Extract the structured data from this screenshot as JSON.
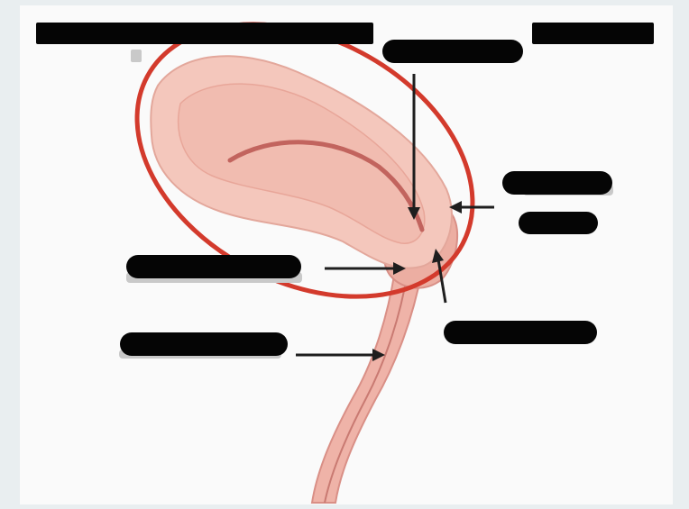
{
  "diagram": {
    "subject": "uterus-sagittal-section",
    "colors": {
      "background_outer": "#e9eef0",
      "paper": "#fafafa",
      "tissue_light": "#f4c7bc",
      "tissue_mid": "#eaa99c",
      "tissue_dark": "#d98f86",
      "cavity_line": "#c2645e",
      "highlight_ellipse": "#d33a2c",
      "pointer_arrow": "#1e1e1e",
      "redaction": "#050505"
    },
    "highlight": {
      "shape": "ellipse",
      "encloses": "uterus-body"
    },
    "labels": [
      {
        "id": "title-left",
        "text": "",
        "redacted": true
      },
      {
        "id": "title-right",
        "text": "",
        "redacted": true
      },
      {
        "id": "fundus-label",
        "text": "",
        "redacted": true
      },
      {
        "id": "cervix-label-right-1",
        "text": "",
        "redacted": true
      },
      {
        "id": "cervix-label-right-2",
        "text": "",
        "redacted": true
      },
      {
        "id": "fornix-label-left",
        "text": "",
        "redacted": true
      },
      {
        "id": "vagina-label-left",
        "text": "",
        "redacted": true
      },
      {
        "id": "fornix-label-right",
        "text": "",
        "redacted": true
      }
    ]
  }
}
